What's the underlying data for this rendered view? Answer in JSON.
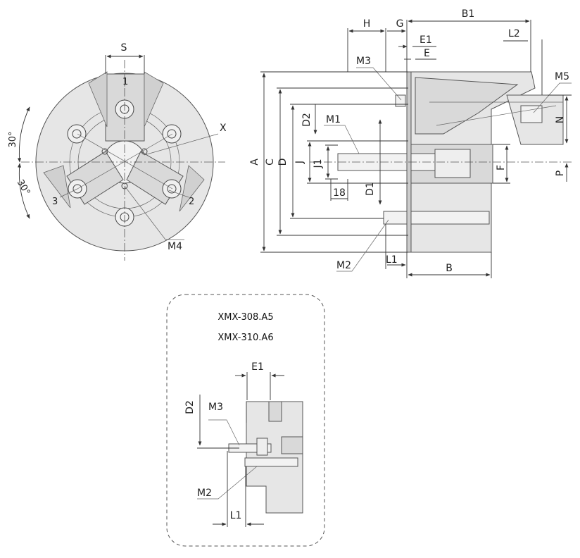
{
  "front_view": {
    "labels": {
      "s": "S",
      "x": "X",
      "angle_upper": "30°",
      "angle_lower": "30°",
      "jaw_1": "1",
      "jaw_2": "2",
      "jaw_3": "3",
      "m4": "M4"
    }
  },
  "section_view": {
    "labels": {
      "h": "H",
      "g": "G",
      "b1": "B1",
      "e1": "E1",
      "e": "E",
      "l2": "L2",
      "m3": "M3",
      "m5": "M5",
      "d2": "D2",
      "m1": "M1",
      "n": "N",
      "a": "A",
      "c": "C",
      "d": "D",
      "j": "J",
      "j1": "J1",
      "f": "F",
      "p": "P",
      "dim_18": "18",
      "d1": "D1",
      "m2": "M2",
      "l1": "L1",
      "b": "B"
    }
  },
  "detail_box": {
    "models": [
      "XMX-308.A5",
      "XMX-310.A6"
    ],
    "labels": {
      "e1": "E1",
      "d2": "D2",
      "m3": "M3",
      "m2": "M2",
      "l1": "L1"
    }
  }
}
